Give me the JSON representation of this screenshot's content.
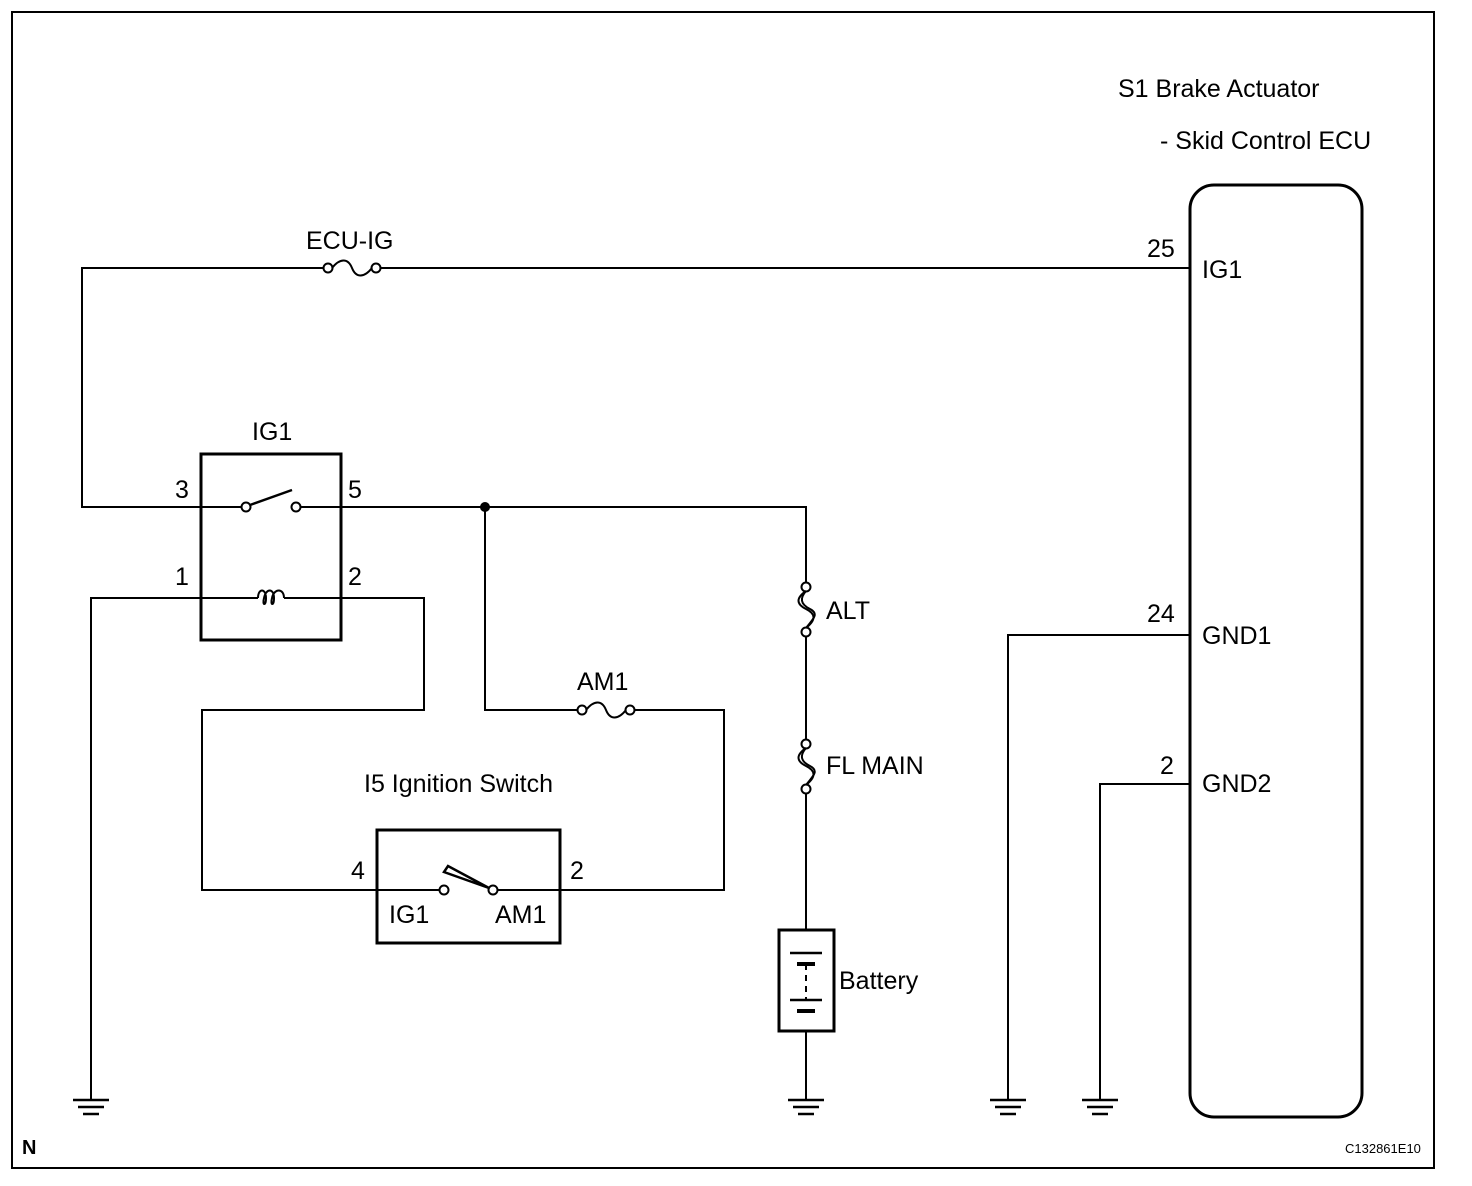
{
  "ecu": {
    "title_line1": "S1 Brake Actuator",
    "title_line2": "- Skid Control ECU",
    "pins": [
      {
        "number": "25",
        "name": "IG1"
      },
      {
        "number": "24",
        "name": "GND1"
      },
      {
        "number": "2",
        "name": "GND2"
      }
    ]
  },
  "fuses": {
    "ecu_ig": "ECU-IG",
    "am1": "AM1",
    "alt": "ALT",
    "fl_main": "FL MAIN"
  },
  "relay": {
    "label": "IG1",
    "pin3": "3",
    "pin5": "5",
    "pin1": "1",
    "pin2": "2"
  },
  "ignition_switch": {
    "title": "I5 Ignition Switch",
    "pin4": "4",
    "pin2": "2",
    "contact_left": "IG1",
    "contact_right": "AM1"
  },
  "battery": {
    "label": "Battery"
  },
  "footer": {
    "corner_mark": "N",
    "figure_code": "C132861E10"
  },
  "colors": {
    "line": "#000000",
    "background": "#ffffff"
  }
}
